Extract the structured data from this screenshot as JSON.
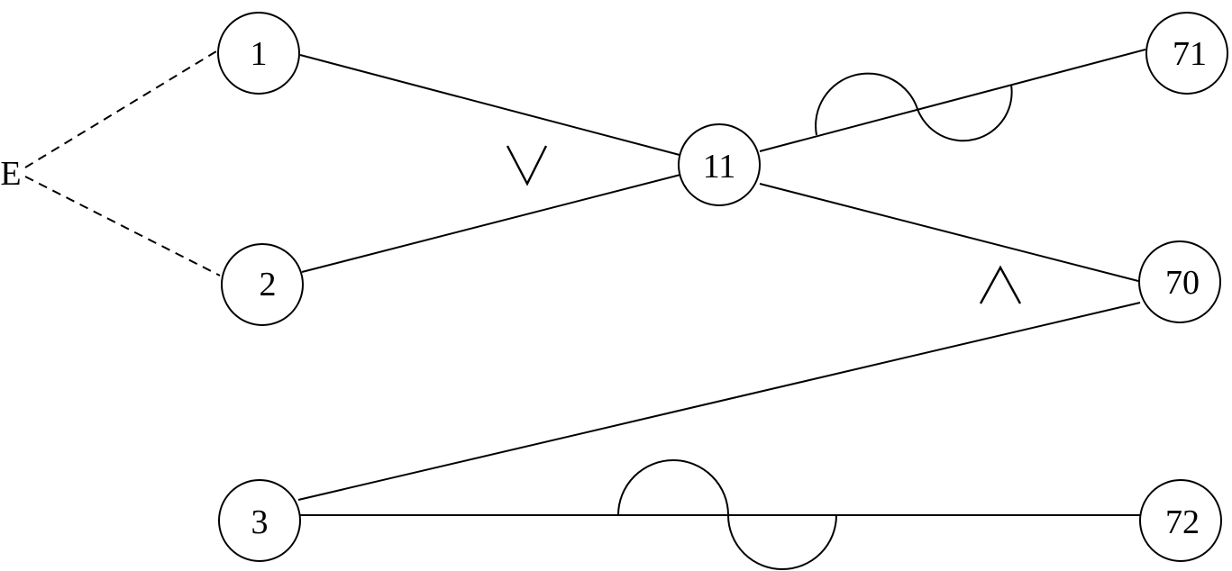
{
  "diagram": {
    "start_label": "E",
    "nodes": {
      "n1": "1",
      "n2": "2",
      "n3": "3",
      "n11": "11",
      "n70": "70",
      "n71": "71",
      "n72": "72"
    },
    "edges": [
      {
        "from": "E",
        "to": "1",
        "style": "dashed"
      },
      {
        "from": "E",
        "to": "2",
        "style": "dashed"
      },
      {
        "from": "1",
        "to": "11",
        "style": "solid"
      },
      {
        "from": "2",
        "to": "11",
        "style": "solid"
      },
      {
        "from": "11",
        "to": "71",
        "style": "solid",
        "marker": "wave"
      },
      {
        "from": "11",
        "to": "70",
        "style": "solid"
      },
      {
        "from": "3",
        "to": "70",
        "style": "solid"
      },
      {
        "from": "3",
        "to": "72",
        "style": "solid",
        "marker": "wave"
      }
    ],
    "operators": {
      "or_symbol": "or-symbol",
      "and_symbol": "and-symbol"
    }
  }
}
